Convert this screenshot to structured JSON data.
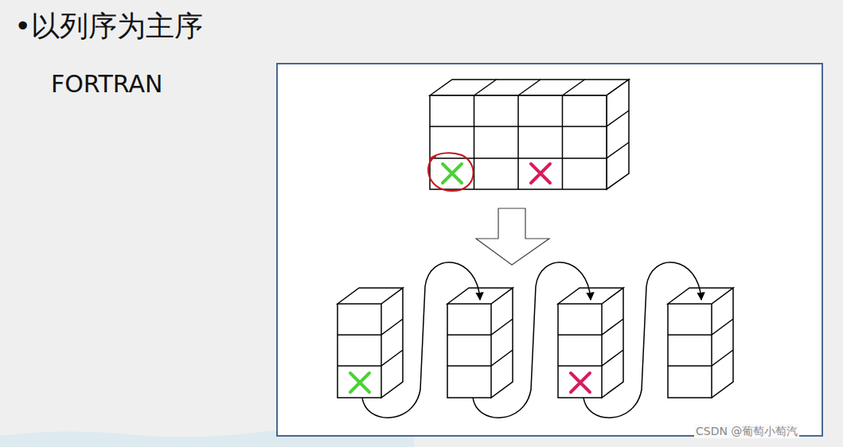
{
  "diagram": {
    "title": "•以列序为主序",
    "labels": [
      "FORTRAN",
      "CSDN @葡萄小萄汽"
    ]
  }
}
